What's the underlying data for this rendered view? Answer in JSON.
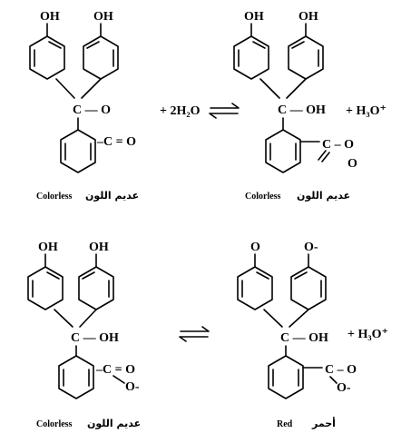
{
  "molecules": [
    {
      "top_left_group": "OH",
      "top_right_group": "OH",
      "central_group": "C — O",
      "side_group": "–C = O",
      "side_group_extra": "",
      "caption_en": "Colorless",
      "caption_ar": "عديم اللون"
    },
    {
      "top_left_group": "OH",
      "top_right_group": "OH",
      "central_group": "C — OH",
      "side_group": "C – O",
      "side_group_extra": "O",
      "caption_en": "Colorless",
      "caption_ar": "عديم اللون"
    },
    {
      "top_left_group": "OH",
      "top_right_group": "OH",
      "central_group": "C — OH",
      "side_group": "–C = O",
      "side_group_extra": "O-",
      "caption_en": "Colorless",
      "caption_ar": "عديم اللون"
    },
    {
      "top_left_group": "O",
      "top_right_group": "O-",
      "central_group": "C — OH",
      "side_group": "C – O",
      "side_group_extra": "O-",
      "caption_en": "Red",
      "caption_ar": "أحمر"
    }
  ],
  "reaction_1": {
    "reactant_extra": "+ 2H₂O",
    "product_extra": "+ H₃O⁺"
  },
  "reaction_2": {
    "product_extra": "+ H₃O⁺"
  },
  "equilibrium_icon": "equilibrium-arrows-icon"
}
